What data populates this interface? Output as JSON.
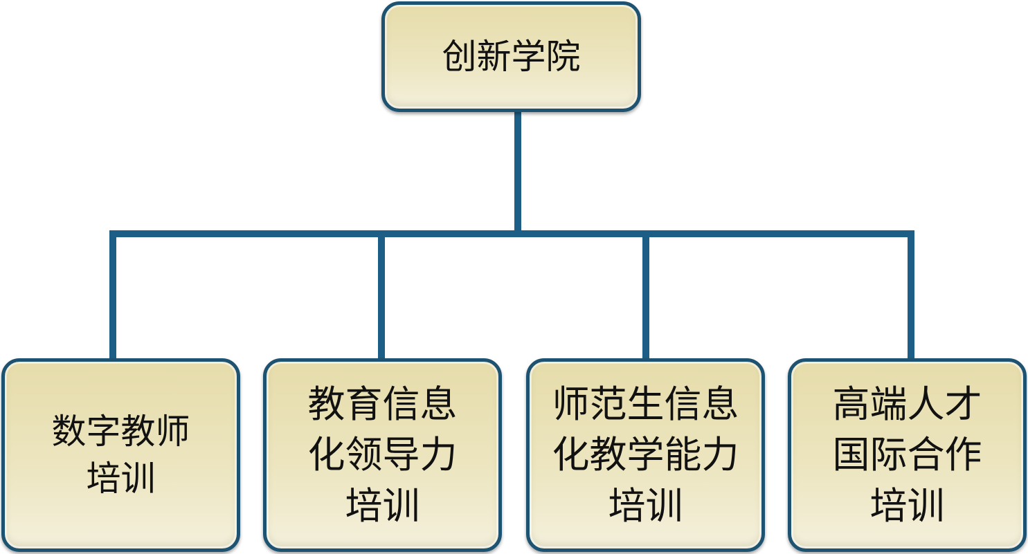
{
  "diagram": {
    "root": {
      "label": "创新学院"
    },
    "children": [
      {
        "label": "数字教师\n培训"
      },
      {
        "label": "教育信息\n化领导力\n培训"
      },
      {
        "label": "师范生信息\n化教学能力\n培训"
      },
      {
        "label": "高端人才\n国际合作\n培训"
      }
    ],
    "colors": {
      "connector": "#1d5e86",
      "node_border": "#1d5270",
      "node_fill": "#ece5bf"
    }
  }
}
